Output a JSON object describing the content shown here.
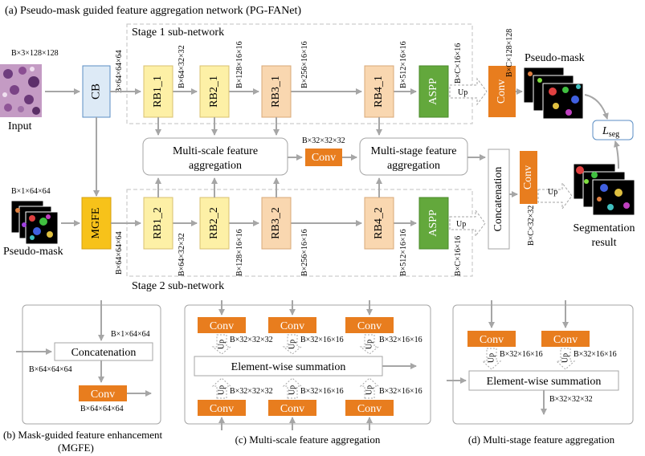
{
  "title": "(a) Pseudo-mask guided feature aggregation network (PG-FANet)",
  "stage1_label": "Stage 1 sub-network",
  "stage2_label": "Stage 2 sub-network",
  "input_label": "Input",
  "input_dim": "B×3×128×128",
  "pseudo_in_label": "Pseudo-mask",
  "pseudo_in_dim": "B×1×64×64",
  "cb_label": "CB",
  "mgfe_label": "MGFE",
  "cb_out_dim": "B×64×64×64",
  "mgfe_out_dim": "B×64×64×64",
  "rb_labels": [
    "RB1_1",
    "RB2_1",
    "RB3_1",
    "RB4_1",
    "RB1_2",
    "RB2_2",
    "RB3_2",
    "RB4_2"
  ],
  "dims_top": [
    "B×64×32×32",
    "B×128×16×16",
    "B×256×16×16",
    "B×512×16×16",
    "B×C×16×16"
  ],
  "dims_bottom": [
    "B×64×32×32",
    "B×128×16×16",
    "B×256×16×16",
    "B×512×16×16",
    "B×C×16×16"
  ],
  "aspp_label": "ASPP",
  "conv_label": "Conv",
  "up_label": "Up",
  "msfa_line1": "Multi-scale feature",
  "msfa_line2": "aggregation",
  "mstfa_line1": "Multi-stage feature",
  "mstfa_line2": "aggregation",
  "mid_conv_dim": "B×32×32×32",
  "concat_label": "Concatenation",
  "conv_top_dim": "B×C×128×128",
  "conv_bottom_dim": "B×C×32×32",
  "pseudo_out_label": "Pseudo-mask",
  "loss_label": "L",
  "loss_sub": "seg",
  "seg_label_1": "Segmentation",
  "seg_label_2": "result",
  "panel_b": {
    "caption_1": "(b) Mask-guided feature enhancement",
    "caption_2": "(MGFE)",
    "dim_in_top": "B×1×64×64",
    "dim_in_left": "B×64×64×64",
    "concat_label": "Concatenation",
    "conv_label": "Conv",
    "dim_out": "B×64×64×64"
  },
  "panel_c": {
    "caption": "(c) Multi-scale feature aggregation",
    "conv_label": "Conv",
    "up_label": "Up",
    "sum_label": "Element-wise summation",
    "dims_top": [
      "B×32×32×32",
      "B×32×16×16",
      "B×32×16×16"
    ],
    "dims_bottom": [
      "B×32×32×32",
      "B×32×16×16",
      "B×32×16×16"
    ]
  },
  "panel_d": {
    "caption": "(d) Multi-stage feature aggregation",
    "conv_label": "Conv",
    "up_label": "Up",
    "sum_label": "Element-wise summation",
    "dims": [
      "B×32×16×16",
      "B×32×16×16"
    ],
    "dim_out": "B×32×32×32"
  },
  "colors": {
    "rb_yellow": "#fdf0a6",
    "rb_orange": "#f9d7b0",
    "aspp_green": "#63a83c",
    "conv_orange": "#e87d1e",
    "mgfe_gold": "#f7c21a",
    "cb_blue": "#ddeaf6",
    "arrow_gray": "#a6a6a6"
  }
}
